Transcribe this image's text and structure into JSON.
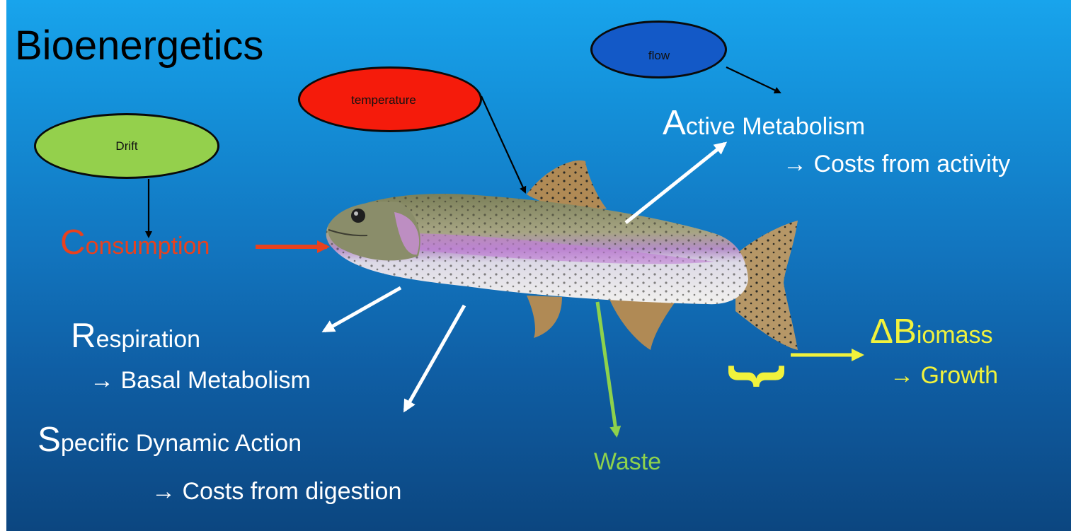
{
  "title": "Bioenergetics",
  "ovals": {
    "drift": "Drift",
    "temperature": "temperature",
    "flow": "flow"
  },
  "consumption": {
    "initial": "C",
    "rest": "onsumption"
  },
  "active": {
    "initial": "A",
    "rest": "ctive Metabolism",
    "sub": "→ Costs from activity"
  },
  "respiration": {
    "initial": "R",
    "rest": "espiration",
    "sub": "→ Basal Metabolism"
  },
  "sda": {
    "initial": "S",
    "rest": "pecific Dynamic Action",
    "sub": "→ Costs from digestion"
  },
  "waste": "Waste",
  "biomass": {
    "delta": "Δ",
    "initial": "B",
    "rest": "iomass",
    "sub": "→ Growth"
  },
  "brace": "}",
  "colors": {
    "drift_oval": "#94d04c",
    "temperature_oval": "#f51b0b",
    "flow_oval": "#1359c7",
    "consumption": "#e8411e",
    "waste": "#8ed24c",
    "biomass": "#f1f23c",
    "text_white": "#ffffff"
  },
  "icons": [
    "rainbow-trout-illustration"
  ]
}
